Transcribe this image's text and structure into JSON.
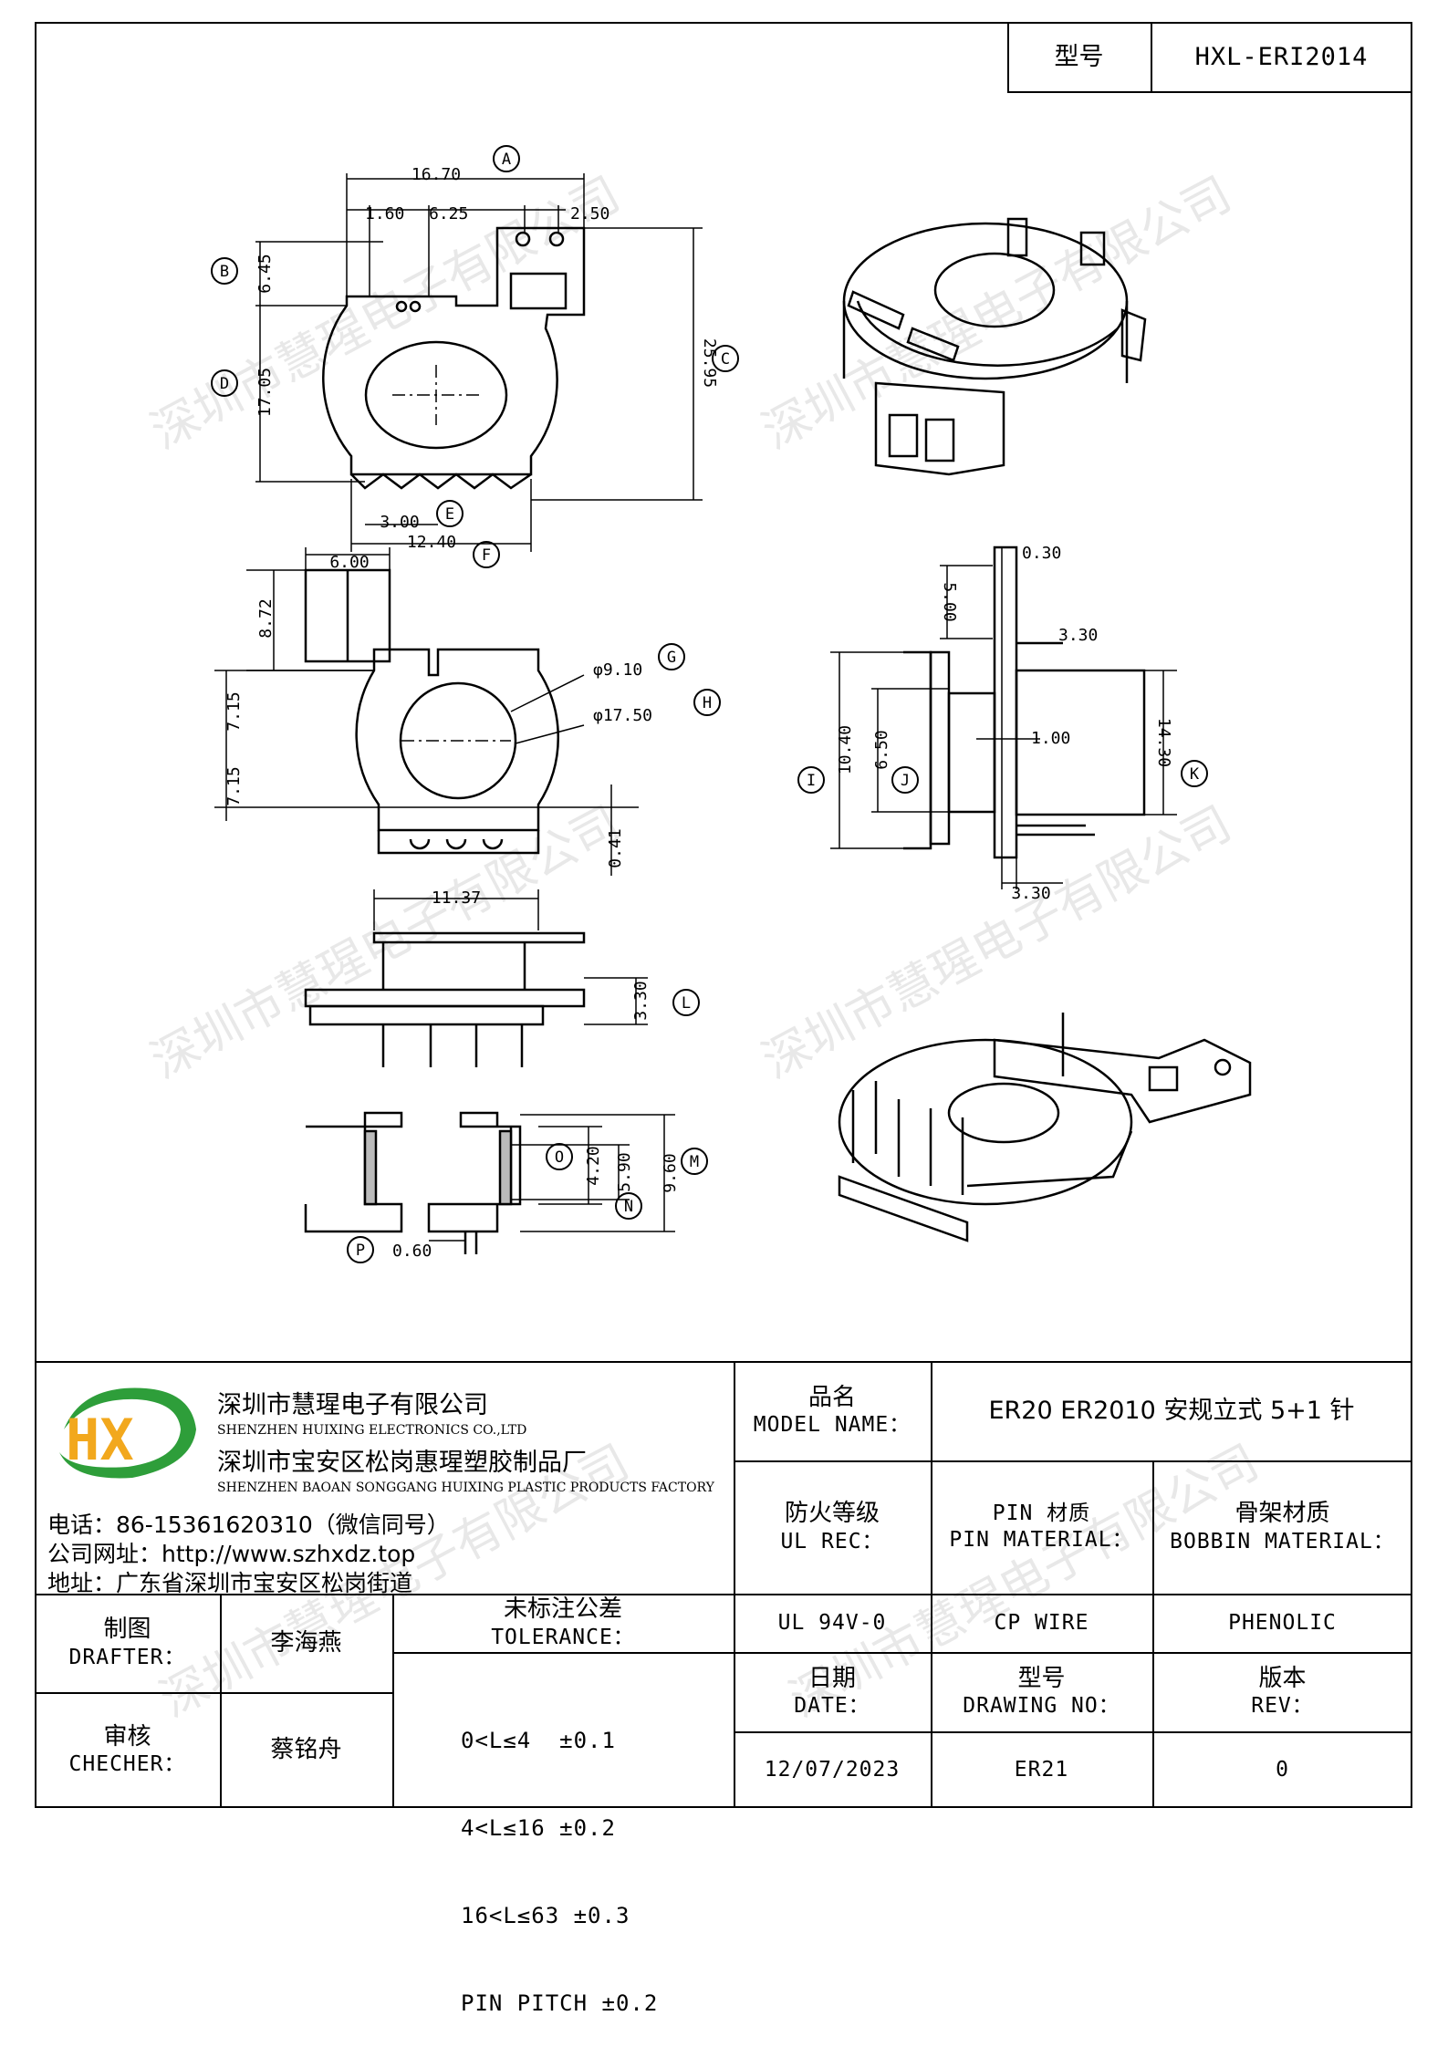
{
  "header": {
    "type_label": "型号",
    "type_value": "HXL-ERI2014"
  },
  "drawing": {
    "dims": {
      "A": "A",
      "B": "B",
      "C": "C",
      "D": "D",
      "E": "E",
      "F": "F",
      "G": "G",
      "H": "H",
      "I": "I",
      "J": "J",
      "K": "K",
      "L": "L",
      "M": "M",
      "N": "N",
      "O": "O",
      "P": "P",
      "d16_70": "16.70",
      "d1_60": "1.60",
      "d6_25": "6.25",
      "d2_50": "2.50",
      "d6_45": "6.45",
      "d17_05": "17.05",
      "d25_95": "25.95",
      "d3_00": "3.00",
      "d12_40": "12.40",
      "d6_00": "6.00",
      "d8_72": "8.72",
      "d7_15a": "7.15",
      "d7_15b": "7.15",
      "d9_10": "φ9.10",
      "d17_50": "φ17.50",
      "d0_41": "0.41",
      "d0_30": "0.30",
      "d5_00": "5.00",
      "d3_30a": "3.30",
      "d10_40": "10.40",
      "d6_50": "6.50",
      "d1_00": "1.00",
      "d14_30": "14.30",
      "d3_30b": "3.30",
      "d11_37": "11.37",
      "d3_30c": "3.30",
      "d4_20": "4.20",
      "d5_90": "5.90",
      "d9_60": "9.60",
      "d0_60": "0.60"
    }
  },
  "watermark": "深圳市慧瑆电子有限公司",
  "company": {
    "logo_text": "HX",
    "name_cn": "深圳市慧瑆电子有限公司",
    "name_en": "SHENZHEN HUIXING ELECTRONICS CO.,LTD",
    "factory_cn": "深圳市宝安区松岗惠瑆塑胶制品厂",
    "factory_en": "SHENZHEN BAOAN SONGGANG HUIXING PLASTIC PRODUCTS FACTORY",
    "phone": "电话：86-15361620310（微信同号）",
    "website": "公司网址：http://www.szhxdz.top",
    "address": "地址：广东省深圳市宝安区松岗街道"
  },
  "title_block": {
    "model_name_cn": "品名",
    "model_name_en": "MODEL NAME：",
    "model_name_value": "ER20 ER2010 安规立式 5+1 针",
    "fire_cn": "防火等级",
    "fire_en": "UL REC：",
    "pin_cn": "PIN 材质",
    "pin_en": "PIN MATERIAL：",
    "bobbin_cn": "骨架材质",
    "bobbin_en": "BOBBIN MATERIAL：",
    "fire_value": "UL 94V-0",
    "pin_value": "CP WIRE",
    "bobbin_value": "PHENOLIC",
    "drafter_cn": "制图",
    "drafter_en": "DRAFTER：",
    "drafter_value": "李海燕",
    "checker_cn": "审核",
    "checker_en": "CHECHER：",
    "checker_value": "蔡铭舟",
    "tolerance_cn": "未标注公差",
    "tolerance_en": "TOLERANCE：",
    "tolerance_lines": [
      "0<L≤4  ±0.1",
      "4<L≤16 ±0.2",
      "16<L≤63 ±0.3",
      "PIN PITCH ±0.2"
    ],
    "date_cn": "日期",
    "date_en": "DATE：",
    "date_value": "12/07/2023",
    "drawing_no_cn": "型号",
    "drawing_no_en": "DRAWING NO：",
    "drawing_no_value": "ER21",
    "rev_cn": "版本",
    "rev_en": "REV：",
    "rev_value": "0"
  }
}
